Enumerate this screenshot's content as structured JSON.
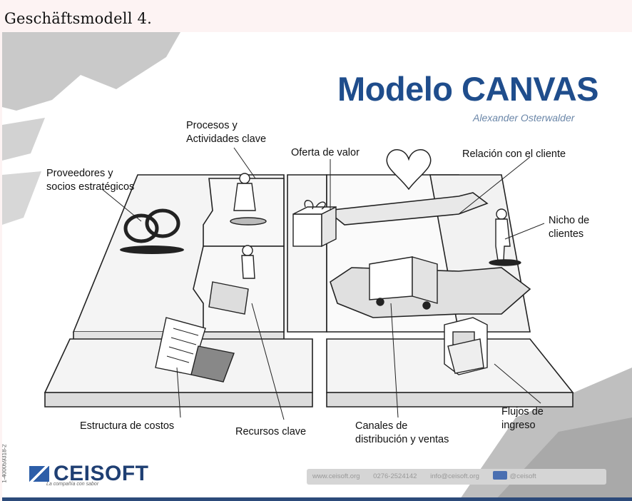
{
  "caption": "Geschäftsmodell 4.",
  "slide": {
    "title": "Modelo CANVAS",
    "author": "Alexander Osterwalder",
    "labels": {
      "procesos": [
        "Procesos y",
        "Actividades clave"
      ],
      "proveedores": [
        "Proveedores y",
        "socios estratégicos"
      ],
      "oferta": [
        "Oferta de valor"
      ],
      "relacion": [
        "Relación con el cliente"
      ],
      "nicho": [
        "Nicho  de",
        "clientes"
      ],
      "estructura": [
        "Estructura de  costos"
      ],
      "recursos": [
        "Recursos clave"
      ],
      "canales": [
        "Canales de",
        "distribución y ventas"
      ],
      "flujos": [
        "Flujos de",
        "ingreso"
      ]
    },
    "brand": {
      "name": "CEISOFT",
      "slogan": "La compañía con sabor",
      "side_id": "1-400059318-2"
    },
    "footer": {
      "website": "www.ceisoft.org",
      "phone": "0276-2524142",
      "email": "info@ceisoft.org",
      "social": "@ceisoft"
    },
    "colors": {
      "title": "#1f4d8c",
      "author": "#6a86a8",
      "logo": "#1f3f73",
      "bottom_bar": "#2c4a7a"
    }
  }
}
